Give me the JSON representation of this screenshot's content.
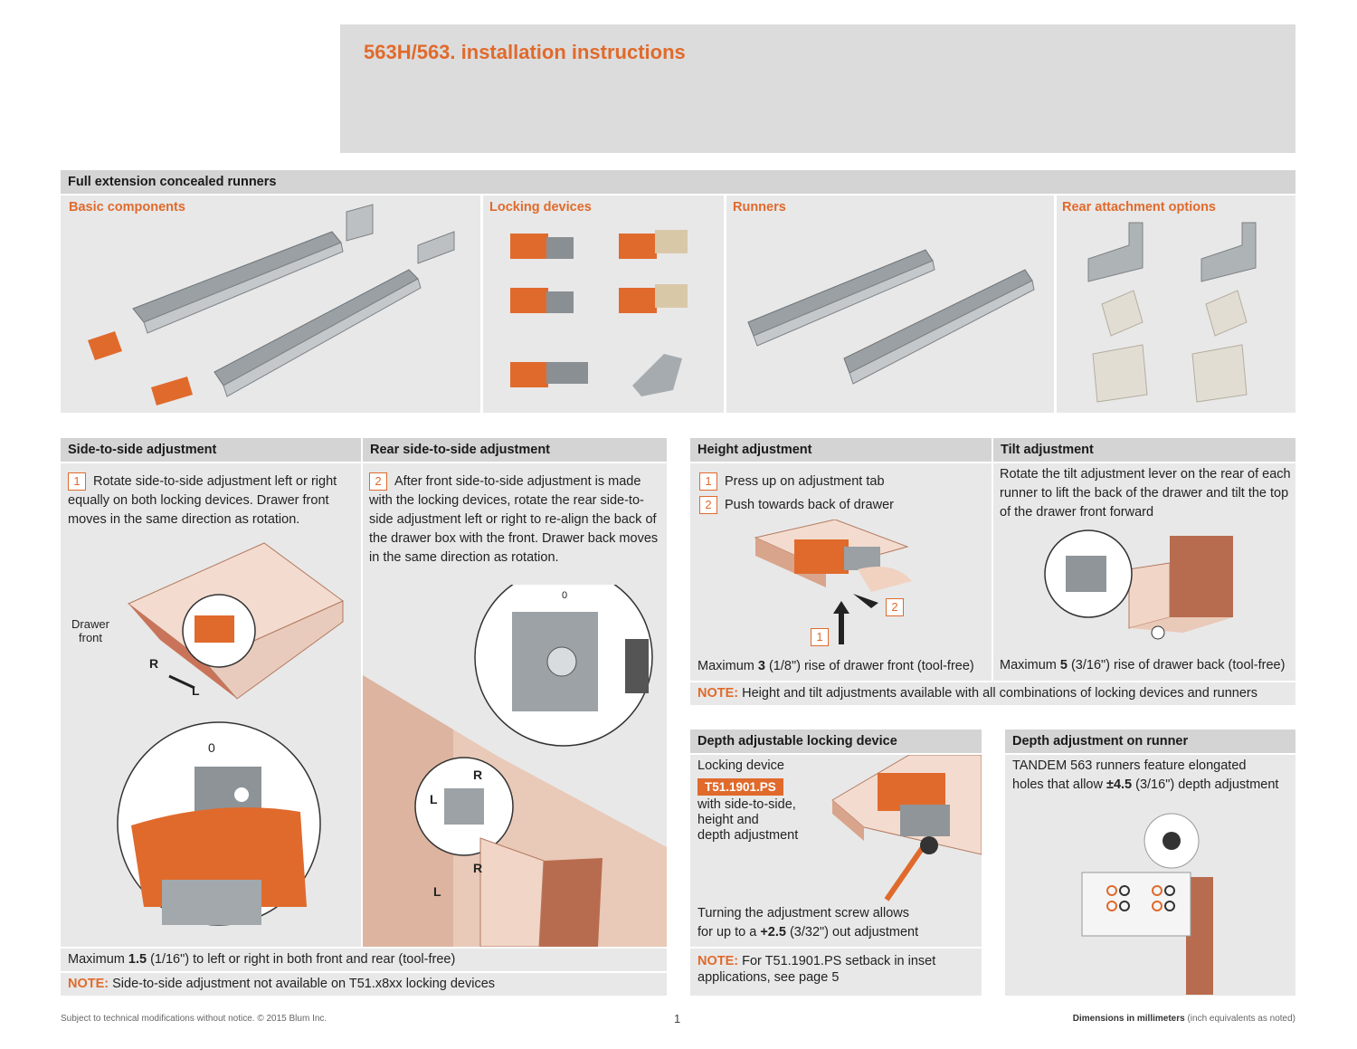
{
  "title": "563H/563. installation instructions",
  "top_section": {
    "header": "Full extension concealed runners",
    "columns": [
      {
        "label": "Basic components"
      },
      {
        "label": "Locking devices"
      },
      {
        "label": "Runners"
      },
      {
        "label": "Rear attachment options"
      }
    ]
  },
  "side_adjust": {
    "header": "Side-to-side adjustment",
    "step_num": "1",
    "text": "Rotate side-to-side adjustment left or right equally on both locking devices. Drawer front moves in the same direction as rotation.",
    "label_drawer": "Drawer",
    "label_front": "front",
    "label_r": "R",
    "label_l": "L",
    "label_zero": "0"
  },
  "rear_adjust": {
    "header": "Rear side-to-side adjustment",
    "step_num": "2",
    "text": "After front side-to-side adjustment is made with the locking devices, rotate the rear side-to-side adjustment left or right to re-align the back of the drawer box with the front. Drawer back moves in the same direction as rotation.",
    "label_zero": "0",
    "label_r": "R",
    "label_l": "L",
    "label_r2": "R",
    "label_l2": "L"
  },
  "bottom_left": {
    "max_pre": "Maximum ",
    "max_val": "1.5",
    "max_post": " (1/16\") to left or right in both front and rear (tool-free)",
    "note_label": "NOTE:",
    "note_text": " Side-to-side adjustment not available on T51.x8xx locking devices"
  },
  "height_adjust": {
    "header": "Height adjustment",
    "step1_num": "1",
    "step1": "Press up on adjustment tab",
    "step2_num": "2",
    "step2": "Push towards back of drawer",
    "callout1": "1",
    "callout2": "2",
    "max_pre": "Maximum ",
    "max_val": "3",
    "max_post": " (1/8\") rise of drawer front (tool-free)"
  },
  "tilt_adjust": {
    "header": "Tilt adjustment",
    "text": "Rotate the tilt adjustment lever on the rear of each runner to lift the back of the drawer and tilt the top of the drawer front forward",
    "max_pre": "Maximum ",
    "max_val": "5",
    "max_post": " (3/16\") rise of drawer back (tool-free)"
  },
  "height_note": {
    "label": "NOTE:",
    "text": " Height and tilt adjustments available with all combinations of locking devices and runners"
  },
  "depth_locking": {
    "header": "Depth adjustable locking device",
    "line1": "Locking device",
    "part": "T51.1901.PS",
    "line2": "with side-to-side,",
    "line3": "height and",
    "line4": "depth adjustment",
    "turn1": "Turning the adjustment screw allows",
    "turn2_pre": "for up to a ",
    "turn2_val": "+2.5",
    "turn2_post": " (3/32\") out adjustment",
    "note_label": "NOTE:",
    "note_text1": " For T51.1901.PS setback in inset",
    "note_text2": "applications, see page 5"
  },
  "depth_runner": {
    "header": "Depth adjustment on runner",
    "line1": "TANDEM 563 runners feature elongated",
    "line2_pre": "holes that allow ",
    "line2_val": "±4.5",
    "line2_post": " (3/16\") depth adjustment"
  },
  "footer": {
    "left": "Subject to technical modifications without notice.  © 2015 Blum Inc.",
    "page": "1",
    "right_bold": "Dimensions in millimeters",
    "right_rest": " (inch equivalents as noted)"
  },
  "colors": {
    "accent": "#e06a2c",
    "header_bar": "#d4d4d4",
    "panel": "#e8e8e8",
    "wood": "#b86c4f"
  }
}
